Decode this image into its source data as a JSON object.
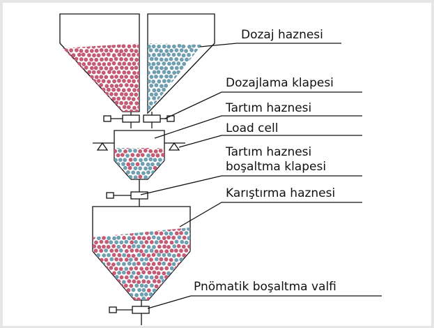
{
  "labels": {
    "dosing_hopper": "Dozaj haznesi",
    "dosing_valve": "Dozajlama klapesi",
    "weigh_hopper": "Tartım haznesi",
    "load_cell": "Load cell",
    "weigh_discharge_valve_line1": "Tartım haznesi",
    "weigh_discharge_valve_line2": "boşaltma klapesi",
    "mixing_hopper": "Karıştırma haznesi",
    "pneumatic_valve": "Pnömatik boşaltma valfi"
  },
  "colors": {
    "background": "#e6e6e6",
    "panel": "#ffffff",
    "line": "#111111",
    "granule_red": "#c45a74",
    "granule_blue": "#6e9eb0"
  },
  "icons": [
    "valve-icon",
    "load-cell-icon"
  ]
}
